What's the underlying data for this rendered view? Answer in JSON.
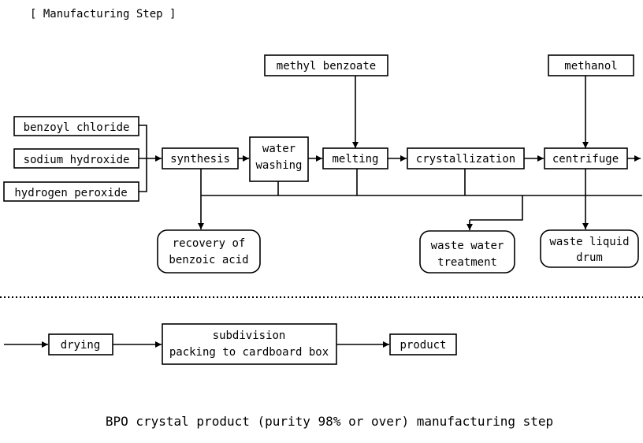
{
  "header": {
    "label": "[ Manufacturing Step ]"
  },
  "inputs": {
    "benzoyl_chloride": "benzoyl chloride",
    "sodium_hydroxide": "sodium hydroxide",
    "hydrogen_peroxide": "hydrogen peroxide",
    "methyl_benzoate": "methyl benzoate",
    "methanol": "methanol"
  },
  "process": {
    "synthesis": "synthesis",
    "water_washing": [
      "water",
      "washing"
    ],
    "melting": "melting",
    "crystallization": "crystallization",
    "centrifuge": "centrifuge"
  },
  "outputs": {
    "recovery": [
      "recovery of",
      "benzoic acid"
    ],
    "waste_water": [
      "waste water",
      "treatment"
    ],
    "waste_liquid": [
      "waste liquid",
      "drum"
    ]
  },
  "final_stage": {
    "drying": "drying",
    "subdivision": [
      "subdivision",
      "packing to cardboard box"
    ],
    "product": "product"
  },
  "caption": "BPO crystal product (purity 98% or over) manufacturing step"
}
